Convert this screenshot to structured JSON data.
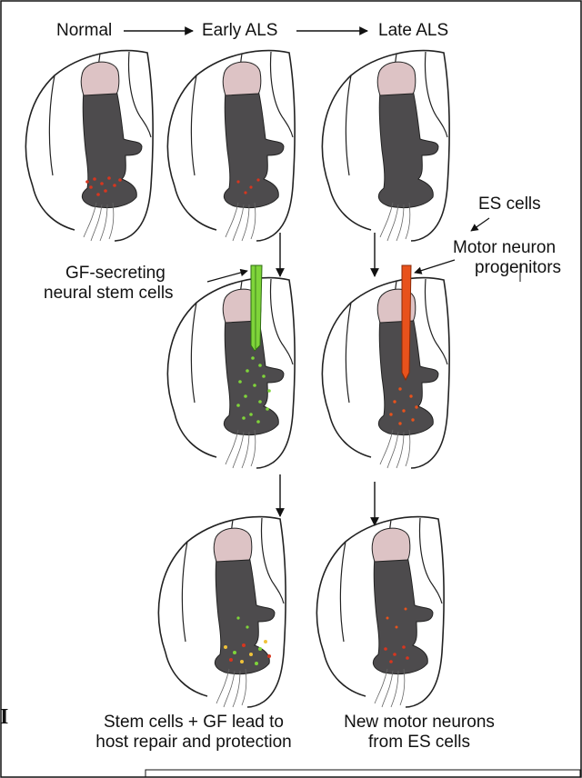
{
  "header": {
    "stage_normal": "Normal",
    "stage_early": "Early ALS",
    "stage_late": "Late ALS"
  },
  "labels": {
    "gf_line1": "GF-secreting",
    "gf_line2": "neural stem cells",
    "es_cells": "ES cells",
    "mnp_line1": "Motor neuron",
    "mnp_line2": "progenitors"
  },
  "captions": {
    "left_line1": "Stem cells + GF lead to",
    "left_line2": "host repair and protection",
    "right_line1": "New motor neurons",
    "right_line2": "from ES cells"
  },
  "side_char": "I",
  "colors": {
    "horn": "#4d4b4d",
    "dorsal_tract": "#ddc3c5",
    "outline": "#222222",
    "stem_cell_green": "#7fd43a",
    "progenitor_orange": "#e8521c",
    "neuron_red": "#d7361f",
    "neuron_yellow": "#f0c33a"
  }
}
